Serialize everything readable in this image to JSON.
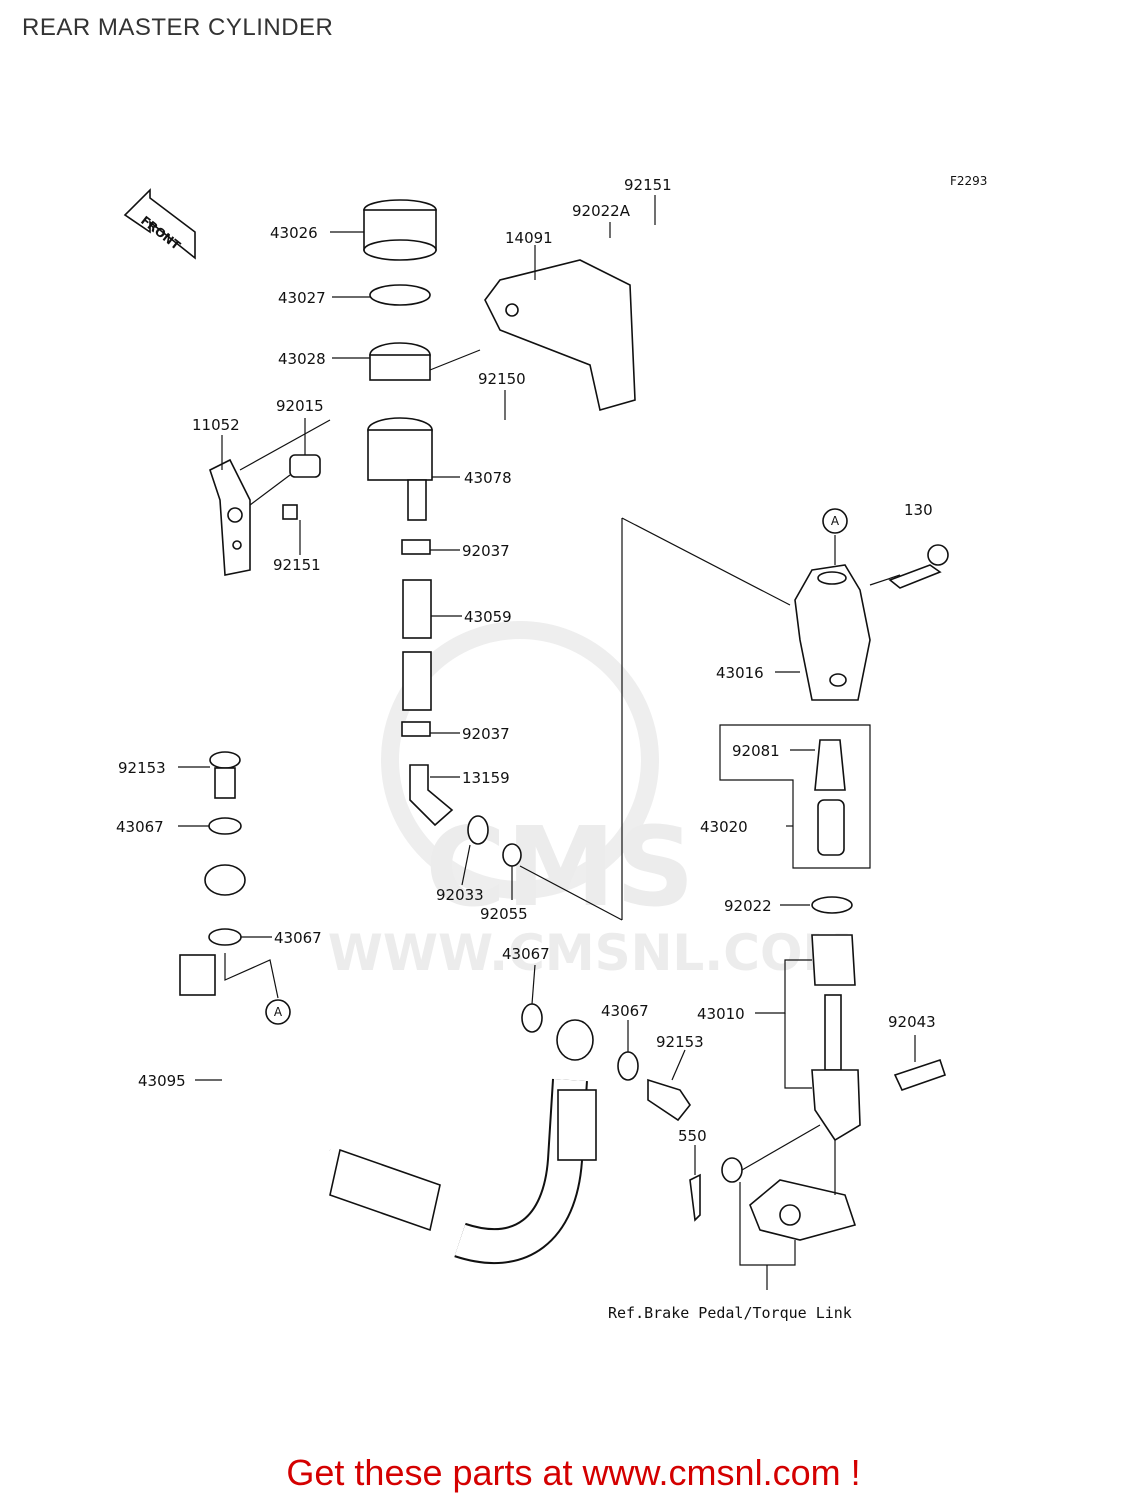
{
  "title": "REAR MASTER CYLINDER",
  "figure_code": "F2293",
  "front_marker": "FRONT",
  "reference_marker": "A",
  "reference_note": "Ref.Brake Pedal/Torque Link",
  "watermark": {
    "brand": "CMS",
    "url": "WWW.CMSNL.COM"
  },
  "footer": "Get these parts at www.cmsnl.com !",
  "parts": {
    "p43026": "43026",
    "p43027": "43027",
    "p43028": "43028",
    "p14091": "14091",
    "p92022A": "92022A",
    "p92151_top": "92151",
    "p92150": "92150",
    "p92015": "92015",
    "p11052": "11052",
    "p43078": "43078",
    "p92151_left": "92151",
    "p92037_a": "92037",
    "p43059": "43059",
    "p92037_b": "92037",
    "p13159": "13159",
    "p92033": "92033",
    "p92055": "92055",
    "p130": "130",
    "p43016": "43016",
    "p92081": "92081",
    "p43020": "43020",
    "p92022": "92022",
    "p43010": "43010",
    "p92043": "92043",
    "p92153_top": "92153",
    "p43067_a": "43067",
    "p43067_b": "43067",
    "p43067_c": "43067",
    "p43067_d": "43067",
    "p92153_b": "92153",
    "p550": "550",
    "p43095": "43095"
  }
}
